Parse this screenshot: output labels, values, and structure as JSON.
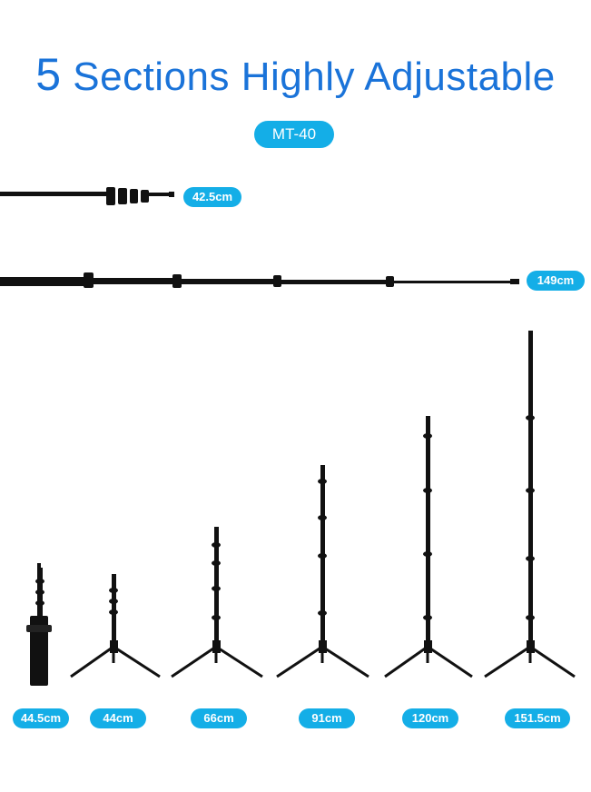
{
  "title": {
    "number": "5",
    "text": "Sections Highly Adjustable"
  },
  "model": "MT-40",
  "colors": {
    "title_blue": "#1a73d9",
    "badge_blue": "#14aee7",
    "stand_black": "#111111",
    "background": "#ffffff"
  },
  "pole_lengths": {
    "folded": "42.5cm",
    "extended": "149cm"
  },
  "stand_heights": [
    "44.5cm",
    "44cm",
    "66cm",
    "91cm",
    "120cm",
    "151.5cm"
  ]
}
